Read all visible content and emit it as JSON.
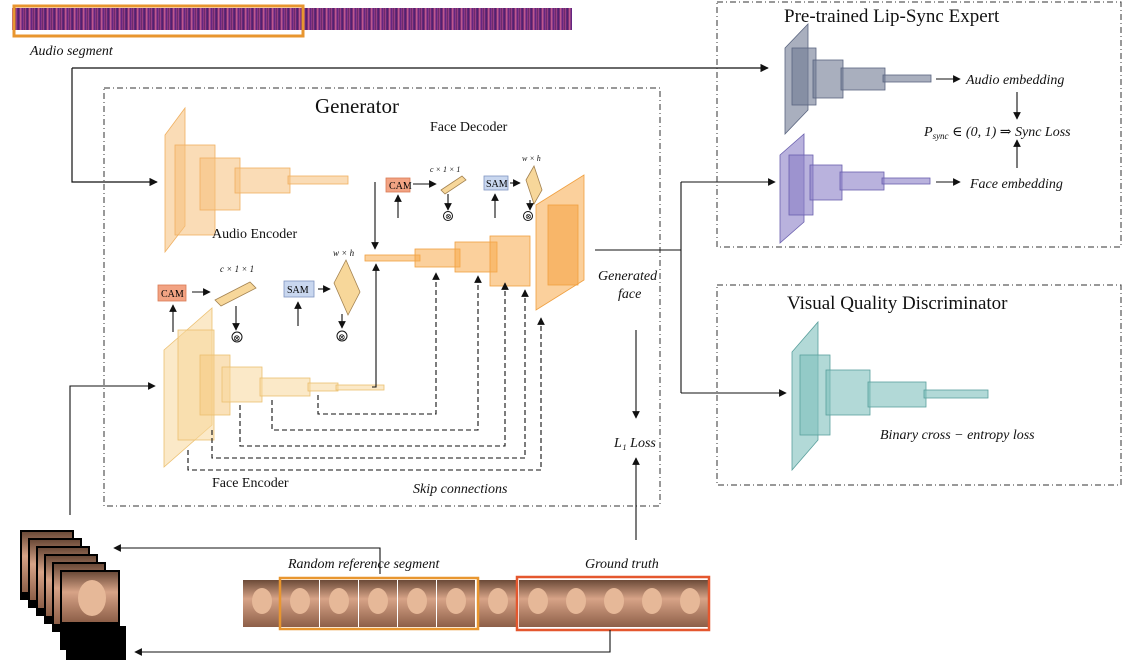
{
  "labels": {
    "audio_segment": "Audio segment",
    "generator": "Generator",
    "face_decoder": "Face Decoder",
    "audio_encoder": "Audio Encoder",
    "face_encoder": "Face Encoder",
    "skip_connections": "Skip connections",
    "generated_face_line1": "Generated",
    "generated_face_line2": "face",
    "l1_loss": "L₁ Loss",
    "lipsync_expert": "Pre-trained Lip-Sync Expert",
    "audio_embedding": "Audio embedding",
    "face_embedding": "Face embedding",
    "sync_formula_prefix": "P",
    "sync_formula_sub": "sync",
    "sync_formula_suffix": " ∈ (0, 1) ⇒ Sync Loss",
    "visual_quality": "Visual Quality Discriminator",
    "bce_loss": "Binary cross − entropy loss",
    "random_reference": "Random reference segment",
    "ground_truth": "Ground truth",
    "cam": "CAM",
    "sam": "SAM",
    "c_dim": "c × 1 × 1",
    "wh_dim": "w × h",
    "otimes": "⊗"
  },
  "colors": {
    "encoder_orange": "#f5c07a",
    "decoder_orange": "#f7a94a",
    "face_encoder_yellow": "#f7d79a",
    "lipsync_audio": "#6f7a93",
    "lipsync_face": "#8b7fc7",
    "discriminator": "#7fc0bd",
    "cam_fill": "#f2a383",
    "sam_fill": "#c9d7ef",
    "highlight_orange": "#e8962f",
    "highlight_red": "#e4572e"
  }
}
